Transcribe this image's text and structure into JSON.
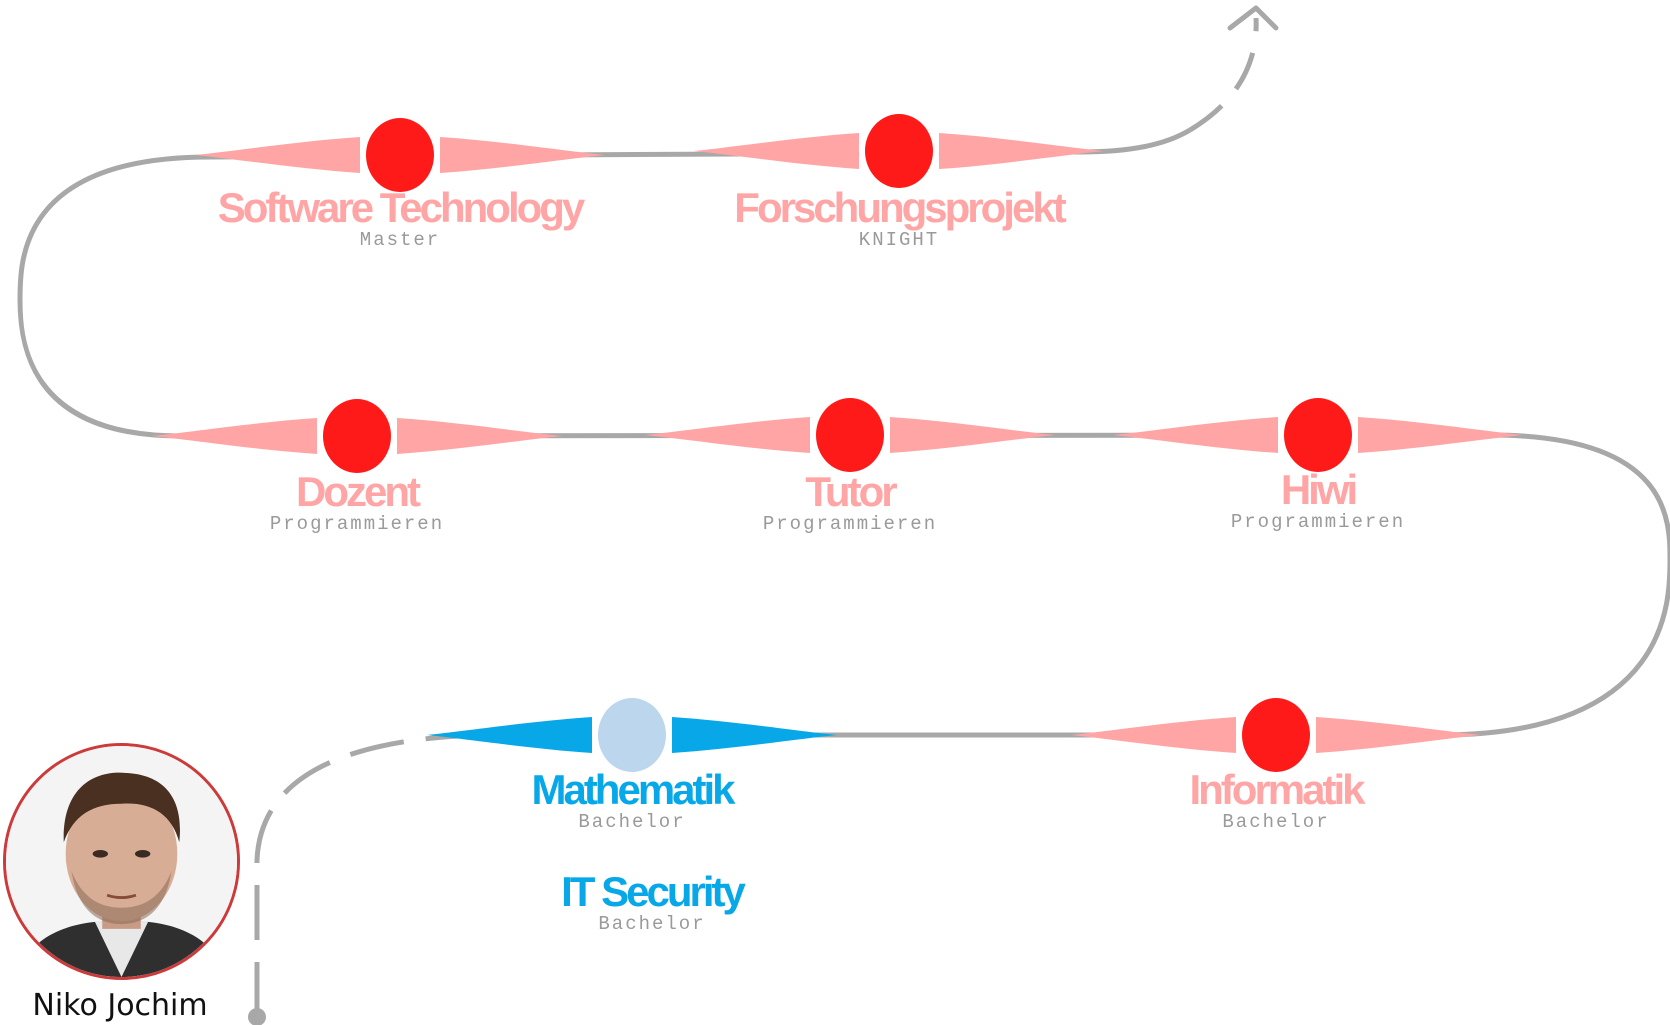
{
  "person": {
    "name": "Niko Jochim"
  },
  "colors": {
    "path": "#a8a8a8",
    "done_dot": "#ff1a1a",
    "done_wing": "#ffa5a5",
    "current_dot": "#bcd6ee",
    "current_wing": "#08a8e8"
  },
  "nodes": [
    {
      "id": "mathematik",
      "title": "Mathematik",
      "subtitle": "Bachelor",
      "state": "current"
    },
    {
      "id": "informatik",
      "title": "Informatik",
      "subtitle": "Bachelor",
      "state": "done"
    },
    {
      "id": "hiwi",
      "title": "Hiwi",
      "subtitle": "Programmieren",
      "state": "done"
    },
    {
      "id": "tutor",
      "title": "Tutor",
      "subtitle": "Programmieren",
      "state": "done"
    },
    {
      "id": "dozent",
      "title": "Dozent",
      "subtitle": "Programmieren",
      "state": "done"
    },
    {
      "id": "software-technology",
      "title": "Software Technology",
      "subtitle": "Master",
      "state": "done"
    },
    {
      "id": "forschungsprojekt",
      "title": "Forschungsprojekt",
      "subtitle": "KNIGHT",
      "state": "done"
    }
  ],
  "extra_labels": [
    {
      "id": "it-security",
      "title": "IT Security",
      "subtitle": "Bachelor"
    }
  ]
}
